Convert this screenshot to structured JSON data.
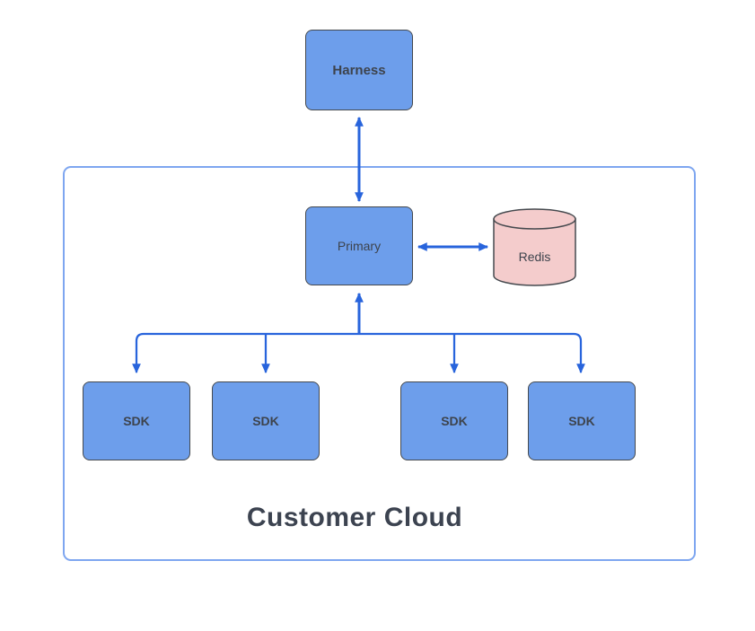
{
  "diagram": {
    "title": "Customer Cloud",
    "nodes": [
      {
        "id": "harness",
        "label": "Harness",
        "shape": "rectangle"
      },
      {
        "id": "primary",
        "label": "Primary",
        "shape": "rectangle"
      },
      {
        "id": "redis",
        "label": "Redis",
        "shape": "cylinder"
      },
      {
        "id": "sdk-1",
        "label": "SDK",
        "shape": "rectangle"
      },
      {
        "id": "sdk-2",
        "label": "SDK",
        "shape": "rectangle"
      },
      {
        "id": "sdk-3",
        "label": "SDK",
        "shape": "rectangle"
      },
      {
        "id": "sdk-4",
        "label": "SDK",
        "shape": "rectangle"
      }
    ],
    "edges": [
      {
        "from": "harness",
        "to": "primary",
        "direction": "bidirectional"
      },
      {
        "from": "primary",
        "to": "redis",
        "direction": "bidirectional"
      },
      {
        "from": "primary",
        "to": "sdk-1",
        "direction": "forward"
      },
      {
        "from": "primary",
        "to": "sdk-2",
        "direction": "forward"
      },
      {
        "from": "primary",
        "to": "sdk-3",
        "direction": "forward"
      },
      {
        "from": "primary",
        "to": "sdk-4",
        "direction": "forward"
      }
    ],
    "colors": {
      "node_fill": "#6D9EEB",
      "node_border": "#45494E",
      "node_text": "#3D434C",
      "redis_fill": "#F4CCCC",
      "arrow": "#2864DC",
      "container_border": "#7EA6F0",
      "title_text": "#3C4350",
      "canvas_bg": "#FFFFFF"
    }
  }
}
